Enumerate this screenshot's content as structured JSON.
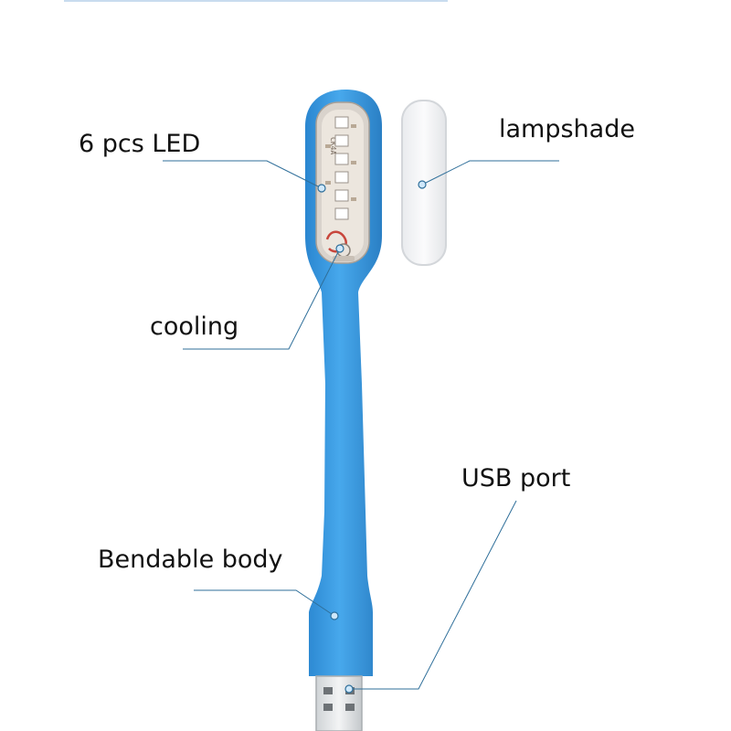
{
  "labels": {
    "led": "6 pcs LED",
    "lampshade": "lampshade",
    "cooling": "cooling",
    "usb_port": "USB port",
    "bendable_body": "Bendable body"
  },
  "pcb_marking": "CK4A",
  "colors": {
    "body": "#3d9be0",
    "body_dark": "#2a7fc4",
    "leader_line": "#2f6f9a",
    "marker": "#cfe8fb",
    "lampshade": "#f4f5f7",
    "led": "#ffffff",
    "pcb": "#e7e0d8"
  }
}
